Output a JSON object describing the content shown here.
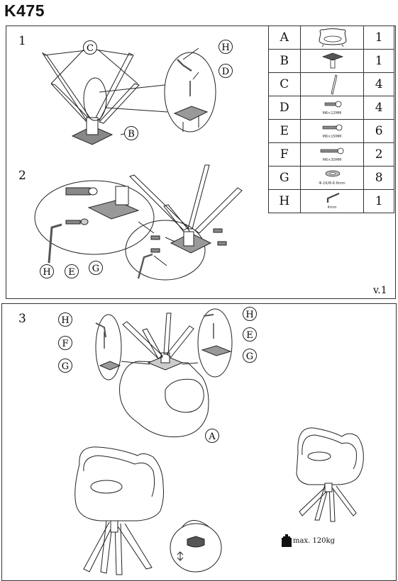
{
  "title": "K475",
  "version": "v.1",
  "steps": {
    "s1": "1",
    "s2": "2",
    "s3": "3"
  },
  "parts": [
    {
      "letter": "A",
      "caption": "",
      "qty": "1"
    },
    {
      "letter": "B",
      "caption": "",
      "qty": "1"
    },
    {
      "letter": "C",
      "caption": "",
      "qty": "4"
    },
    {
      "letter": "D",
      "caption": "M6×12MM",
      "qty": "4"
    },
    {
      "letter": "E",
      "caption": "M6×15MM",
      "qty": "6"
    },
    {
      "letter": "F",
      "caption": "M6×30MM",
      "qty": "2"
    },
    {
      "letter": "G",
      "caption": "Φ-16/Φ-6.6mm",
      "qty": "8"
    },
    {
      "letter": "H",
      "caption": "4mm",
      "qty": "1"
    }
  ],
  "callouts": {
    "c1": "C",
    "b1": "B",
    "h1": "H",
    "d1": "D",
    "h2": "H",
    "e2": "E",
    "g2": "G",
    "h3a": "H",
    "f3": "F",
    "g3a": "G",
    "h3b": "H",
    "e3": "E",
    "g3b": "G",
    "a3": "A"
  },
  "max_load": "max. 120kg"
}
